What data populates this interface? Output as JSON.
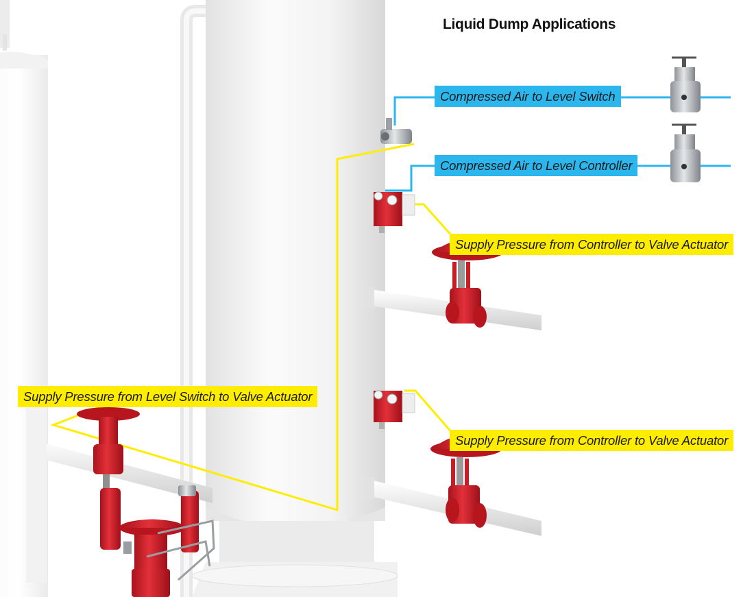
{
  "title": "Liquid Dump Applications",
  "labels": {
    "air_to_switch": "Compressed Air to Level Switch",
    "air_to_controller": "Compressed Air to Level Controller",
    "supply_upper": "Supply Pressure from Controller to Valve Actuator",
    "supply_lower": "Supply Pressure from Controller to Valve Actuator",
    "supply_switch": "Supply Pressure from Level Switch to Valve Actuator"
  },
  "colors": {
    "air_line": "#2bb6ee",
    "supply_line": "#ffed00",
    "valve_red": "#d0202a",
    "vessel": "#eeeeee",
    "regulator_silver": "#bfc2c6"
  },
  "icons": [
    "vessel",
    "level-switch",
    "level-controller",
    "control-valve",
    "air-regulator",
    "switch-valve-assembly"
  ]
}
